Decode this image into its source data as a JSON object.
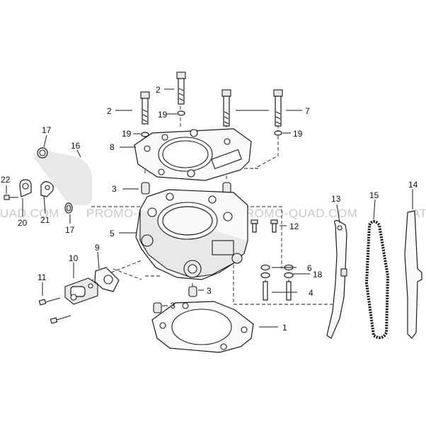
{
  "watermark": [
    "UAD.COM",
    "PROMO-QUAD.COM",
    "PROMO-QUAD.COM",
    "AT"
  ],
  "callouts": [
    "1",
    "2",
    "2",
    "3",
    "3",
    "3",
    "4",
    "5",
    "6",
    "7",
    "8",
    "9",
    "10",
    "11",
    "12",
    "13",
    "14",
    "15",
    "16",
    "17",
    "17",
    "18",
    "19",
    "19",
    "19",
    "20",
    "21",
    "22"
  ],
  "colors": {
    "line": "#1a1a1a",
    "watermark": "#c9c9c9",
    "background": "#ffffff"
  }
}
